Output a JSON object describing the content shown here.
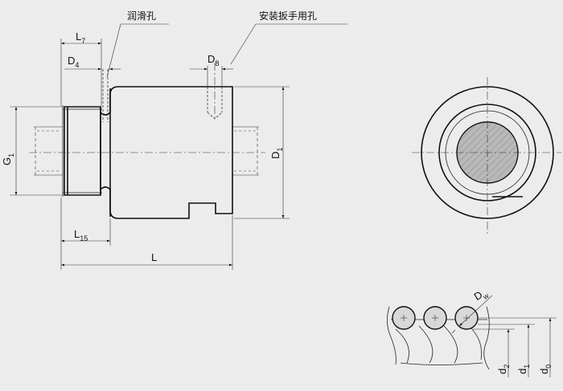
{
  "labels": {
    "lubrication_hole": "润滑孔",
    "wrench_hole": "安装扳手用孔",
    "L7": {
      "main": "L",
      "sub": "7"
    },
    "D4": {
      "main": "D",
      "sub": "4"
    },
    "D8": {
      "main": "D",
      "sub": "8"
    },
    "G1": {
      "main": "G",
      "sub": "1"
    },
    "D1": {
      "main": "D",
      "sub": "1"
    },
    "L15": {
      "main": "L",
      "sub": "15"
    },
    "L": "L",
    "Dw": {
      "main": "D",
      "sub": "w"
    },
    "d2": {
      "main": "d",
      "sub": "2"
    },
    "d1": {
      "main": "d",
      "sub": "1"
    },
    "d0": {
      "main": "d",
      "sub": "0"
    }
  },
  "colors": {
    "background": "#ececec",
    "line": "#111111",
    "shaft_fill": "#b8b8b8",
    "ball_fill": "#d8d8d8"
  }
}
